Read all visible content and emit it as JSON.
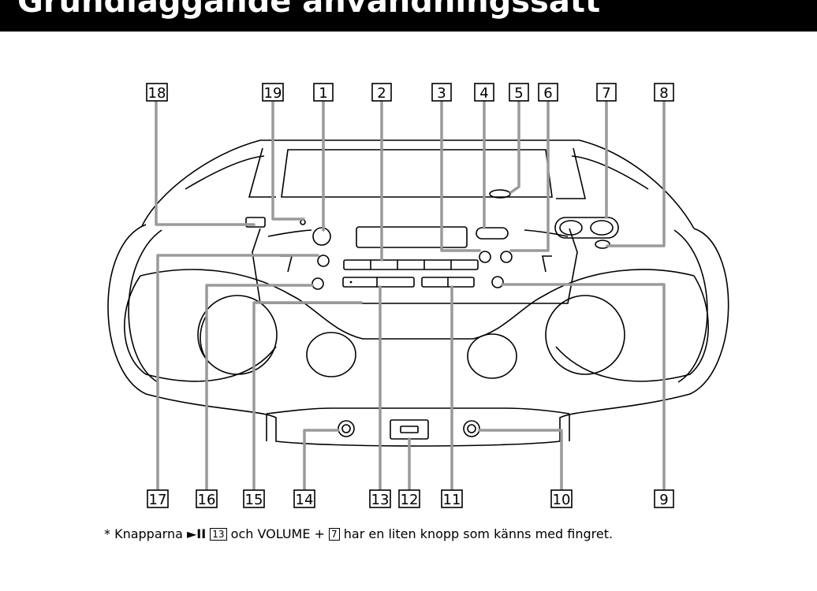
{
  "header": {
    "title": "Grundläggande användningssätt"
  },
  "callouts": {
    "c1": "1",
    "c2": "2",
    "c3": "3",
    "c4": "4",
    "c5": "5",
    "c6": "6",
    "c7": "7",
    "c8": "8",
    "c9": "9",
    "c10": "10",
    "c11": "11",
    "c12": "12",
    "c13": "13",
    "c14": "14",
    "c15": "15",
    "c16": "16",
    "c17": "17",
    "c18": "18",
    "c19": "19"
  },
  "footnote": {
    "star": "*",
    "before_play": " Knapparna ",
    "play_symbol": "►II",
    "play_ref": "13",
    "middle": " och VOLUME + ",
    "volume_ref": "7",
    "after": " har en liten knopp som känns med fingret."
  },
  "colors": {
    "header_bg": "#000000",
    "header_text": "#ffffff",
    "leader_line": "#9a9a9a"
  }
}
